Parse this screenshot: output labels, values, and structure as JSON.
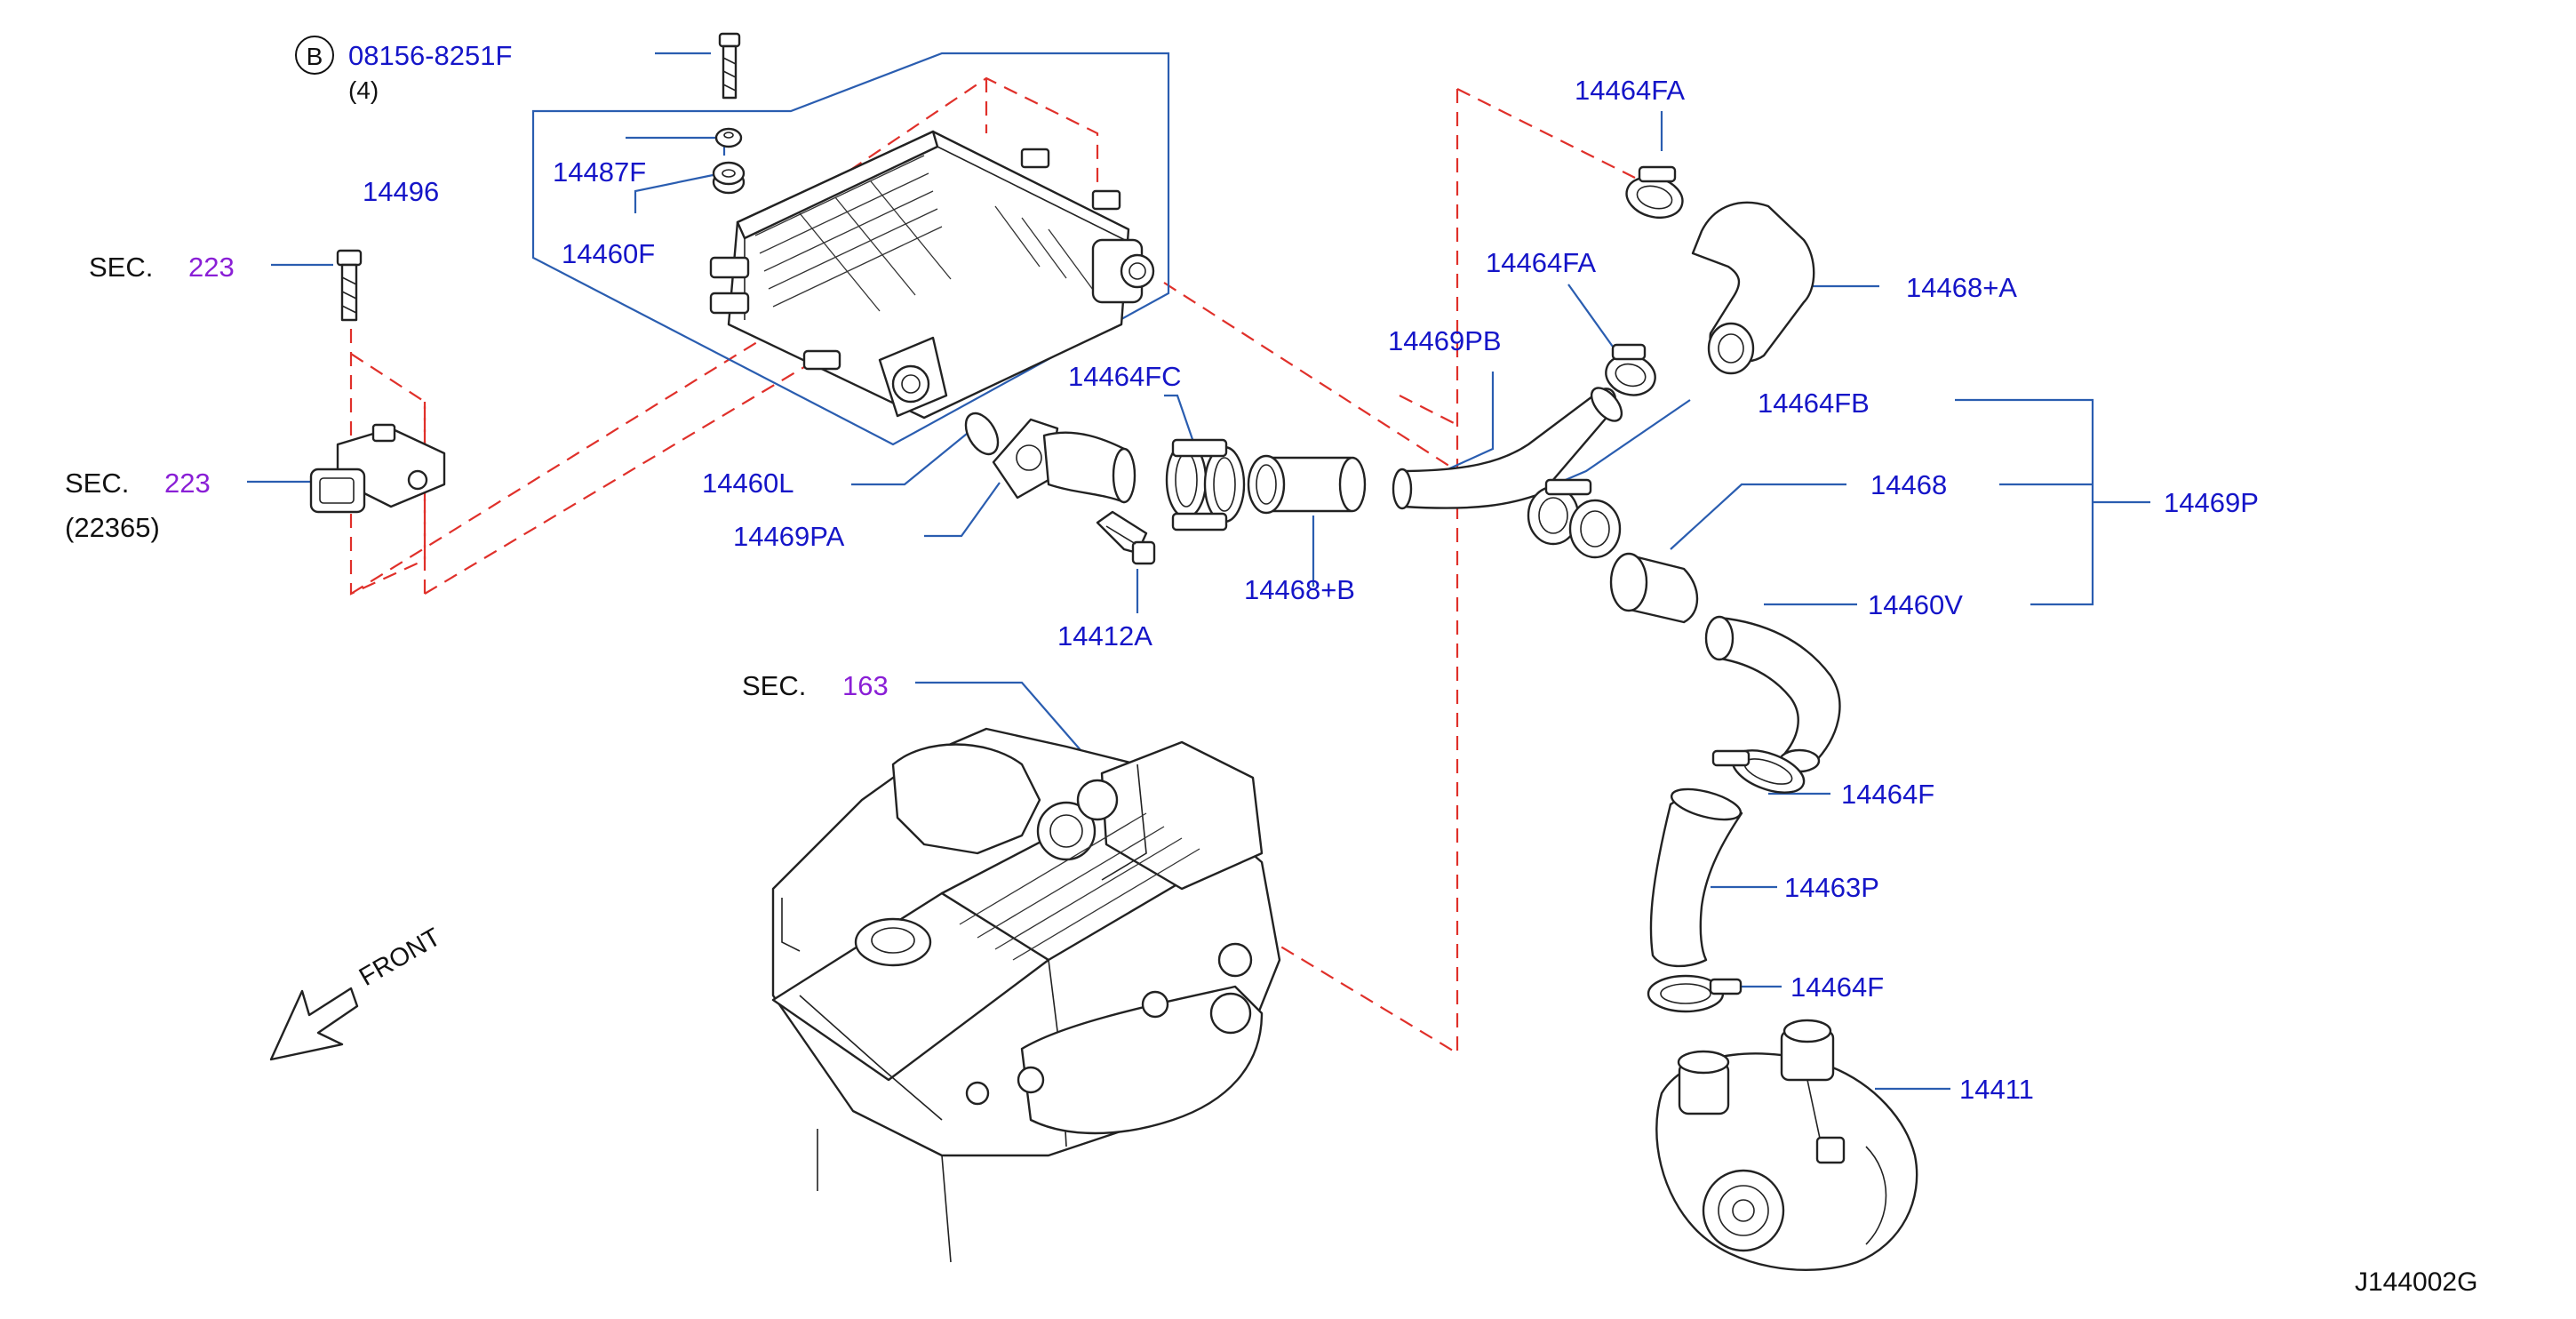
{
  "diagram_id": "J144002G",
  "direction_label": "FRONT",
  "bolt_callout": {
    "badge": "B",
    "part": "08156-8251F",
    "qty": "(4)"
  },
  "sections": [
    {
      "prefix": "SEC.",
      "number": "223"
    },
    {
      "prefix": "SEC.",
      "number": "223",
      "sub": "(22365)"
    },
    {
      "prefix": "SEC.",
      "number": "163"
    }
  ],
  "parts": {
    "p14496": "14496",
    "p14487F": "14487F",
    "p14460F": "14460F",
    "p14460L": "14460L",
    "p14469PA": "14469PA",
    "p14464FC": "14464FC",
    "p14468B": "14468+B",
    "p14412A": "14412A",
    "p14469PB": "14469PB",
    "p14464FA_top": "14464FA",
    "p14464FA_mid": "14464FA",
    "p14468A": "14468+A",
    "p14464FB": "14464FB",
    "p14468": "14468",
    "p14460V": "14460V",
    "p14469P": "14469P",
    "p14464F_upper": "14464F",
    "p14463P": "14463P",
    "p14464F_lower": "14464F",
    "p14411": "14411"
  },
  "colors": {
    "label": "#1515c8",
    "section": "#8a1fd6",
    "leader": "#2a5db0",
    "phantom": "#e0302a",
    "line": "#222222"
  }
}
